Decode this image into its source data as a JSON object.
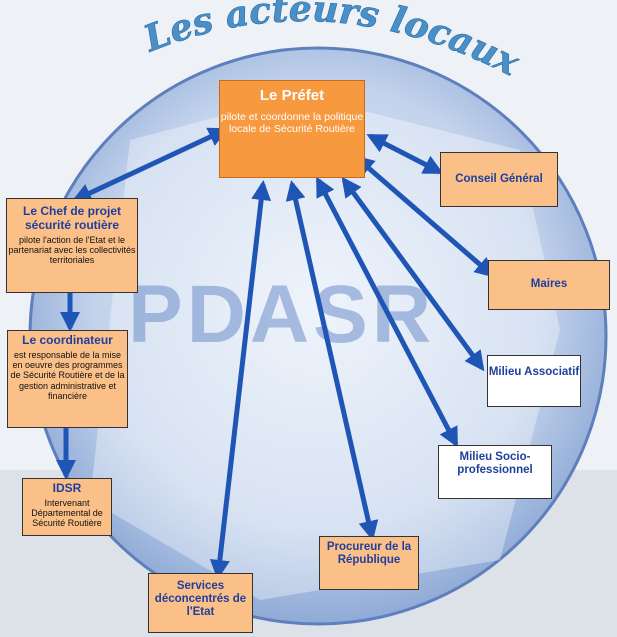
{
  "title": "Les acteurs locaux",
  "watermark": "PDASR",
  "colors": {
    "title": "#4a90c8",
    "arrow": "#1f55b5",
    "label": "#1f3f9c",
    "orange": "#fbbf88",
    "prefet": "#f7993f"
  },
  "prefet": {
    "name": "Le Préfet",
    "desc": "pilote et coordonne la politique locale de Sécurité Routière"
  },
  "chef": {
    "name": "Le Chef de projet sécurité routière",
    "desc": "pilote l'action de l'Etat et le partenariat avec les collectivités territoriales"
  },
  "coordinateur": {
    "name": "Le coordinateur",
    "desc": "est responsable de la mise en oeuvre des programmes de Sécurité Routière et de la gestion administrative et financière"
  },
  "idsr": {
    "name": "IDSR",
    "desc": "Intervenant Départemental de Sécurité Routière"
  },
  "services": {
    "name": "Services déconcentrés de l'Etat"
  },
  "procureur": {
    "name": "Procureur de la République"
  },
  "milieu_socio": {
    "name": "Milieu Socio-professionnel"
  },
  "milieu_asso": {
    "name": "Milieu Associatif"
  },
  "maires": {
    "name": "Maires"
  },
  "conseil": {
    "name": "Conseil Général"
  }
}
